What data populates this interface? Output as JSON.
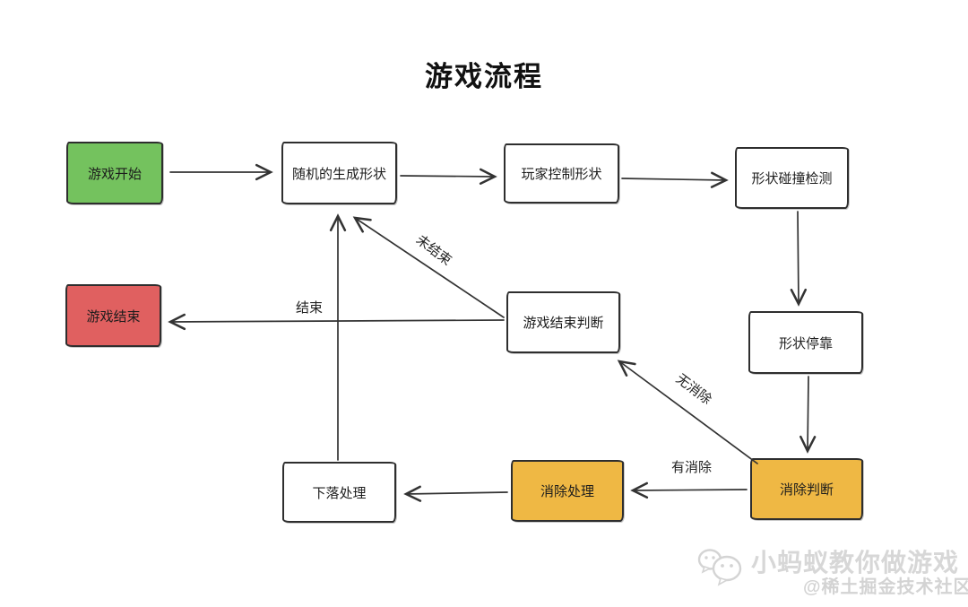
{
  "title": "游戏流程",
  "nodes": {
    "game_start": {
      "label": "游戏开始",
      "fill": "#74c25e"
    },
    "generate_shape": {
      "label": "随机的生成形状",
      "fill": "#ffffff"
    },
    "player_control": {
      "label": "玩家控制形状",
      "fill": "#ffffff"
    },
    "collision": {
      "label": "形状碰撞检测",
      "fill": "#ffffff"
    },
    "shape_dock": {
      "label": "形状停靠",
      "fill": "#ffffff"
    },
    "end_judge": {
      "label": "游戏结束判断",
      "fill": "#ffffff"
    },
    "game_over": {
      "label": "游戏结束",
      "fill": "#e06060"
    },
    "fall_process": {
      "label": "下落处理",
      "fill": "#ffffff"
    },
    "elim_process": {
      "label": "消除处理",
      "fill": "#efb844"
    },
    "elim_judge": {
      "label": "消除判断",
      "fill": "#efb844"
    }
  },
  "edges": [
    {
      "from": "game_start",
      "to": "generate_shape",
      "label": ""
    },
    {
      "from": "generate_shape",
      "to": "player_control",
      "label": ""
    },
    {
      "from": "player_control",
      "to": "collision",
      "label": ""
    },
    {
      "from": "collision",
      "to": "shape_dock",
      "label": ""
    },
    {
      "from": "shape_dock",
      "to": "elim_judge",
      "label": ""
    },
    {
      "from": "elim_judge",
      "to": "elim_process",
      "label": "有消除"
    },
    {
      "from": "elim_process",
      "to": "fall_process",
      "label": ""
    },
    {
      "from": "fall_process",
      "to": "generate_shape",
      "label": ""
    },
    {
      "from": "elim_judge",
      "to": "end_judge",
      "label": "无消除"
    },
    {
      "from": "end_judge",
      "to": "generate_shape",
      "label": "未结束"
    },
    {
      "from": "end_judge",
      "to": "game_over",
      "label": "结束"
    }
  ],
  "colors": {
    "node_border": "#2e2e2e",
    "arrow": "#333333",
    "start_green": "#74c25e",
    "over_red": "#e06060",
    "elim_orange": "#efb844",
    "watermark_gray": "#d7d7d7"
  },
  "watermark": {
    "icon": "wechat-icon",
    "line1": "小蚂蚁教你做游戏",
    "line2": "@稀土掘金技术社区"
  }
}
